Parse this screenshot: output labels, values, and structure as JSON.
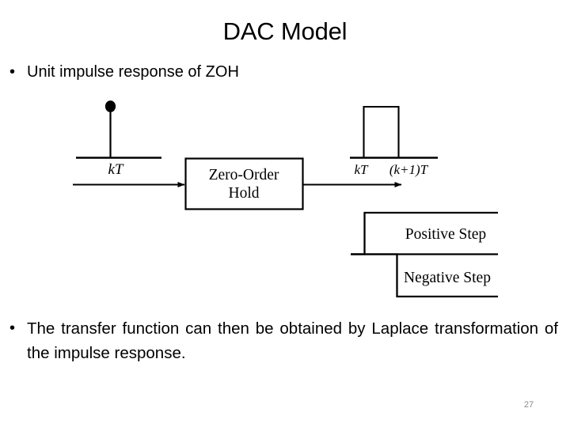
{
  "slide": {
    "title": "DAC Model",
    "page_number": "27",
    "background_color": "#ffffff",
    "ink_color": "#000000",
    "page_number_color": "#8a8a8a"
  },
  "bullets": [
    {
      "marker": "•",
      "text": "Unit impulse response of ZOH"
    },
    {
      "marker": "•",
      "text": "The transfer function can then be obtained by Laplace transformation of the impulse response."
    }
  ],
  "diagram": {
    "name": "zoh-block-diagram",
    "block": {
      "line1": "Zero-Order",
      "line2": "Hold"
    },
    "input_signal": {
      "name": "unit-impulse",
      "axis_label": "kT"
    },
    "output_signal": {
      "name": "rectangular-pulse",
      "label_start": "kT",
      "label_end": "(k+1)T"
    },
    "decomposition": [
      {
        "name": "positive-step",
        "label": "Positive Step"
      },
      {
        "name": "negative-step",
        "label": "Negative Step"
      }
    ]
  }
}
